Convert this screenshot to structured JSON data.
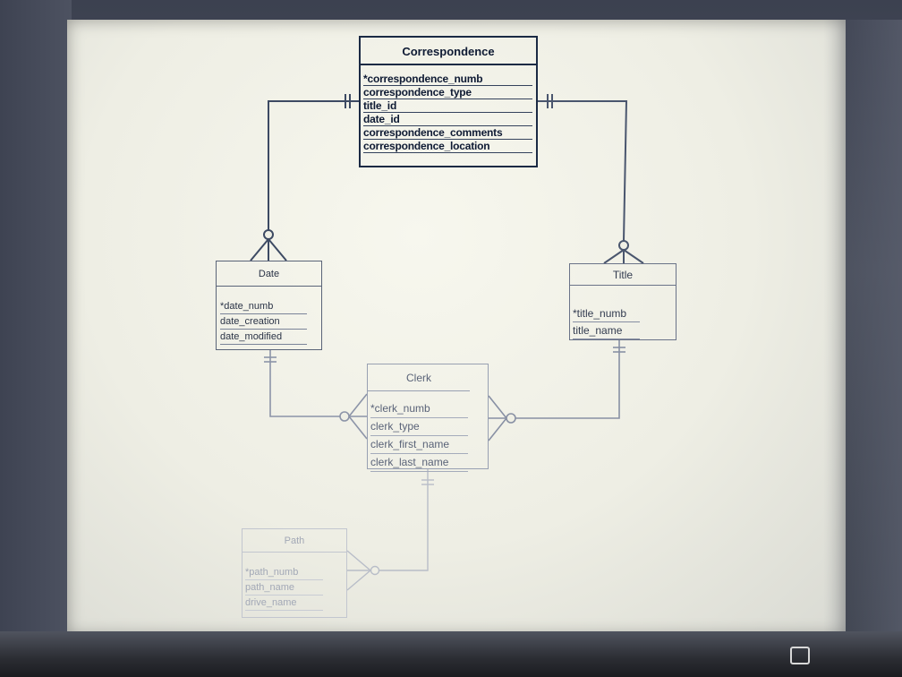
{
  "diagram": {
    "entities": [
      {
        "id": "correspondence",
        "name": "Correspondence",
        "attributes": [
          "*correspondence_numb",
          "correspondence_type",
          "title_id",
          "date_id",
          "correspondence_comments",
          "correspondence_location"
        ]
      },
      {
        "id": "date",
        "name": "Date",
        "attributes": [
          "*date_numb",
          "date_creation",
          "date_modified"
        ]
      },
      {
        "id": "title",
        "name": "Title",
        "attributes": [
          "*title_numb",
          "title_name"
        ]
      },
      {
        "id": "clerk",
        "name": "Clerk",
        "attributes": [
          "*clerk_numb",
          "clerk_type",
          "clerk_first_name",
          "clerk_last_name"
        ]
      },
      {
        "id": "path",
        "name": "Path",
        "attributes": [
          "*path_numb",
          "path_name",
          "drive_name"
        ]
      }
    ],
    "relationships": [
      {
        "from": "correspondence",
        "to": "date",
        "from_end": "one-and-only-one",
        "to_end": "zero-or-many"
      },
      {
        "from": "correspondence",
        "to": "title",
        "from_end": "one-and-only-one",
        "to_end": "zero-or-many"
      },
      {
        "from": "date",
        "to": "clerk",
        "from_end": "one-and-only-one",
        "to_end": "zero-or-many"
      },
      {
        "from": "title",
        "to": "clerk",
        "from_end": "one-and-only-one",
        "to_end": "zero-or-many"
      },
      {
        "from": "clerk",
        "to": "path",
        "from_end": "one-and-only-one",
        "to_end": "zero-or-many"
      }
    ]
  },
  "colors": {
    "strong_line": "#1b2a44",
    "mid_line": "#5a6478",
    "light_line": "#98a0b2",
    "faint_line": "#c2c6cf",
    "screen_bg": "#efefe5"
  },
  "icons": {
    "corner": "window-square-icon"
  }
}
